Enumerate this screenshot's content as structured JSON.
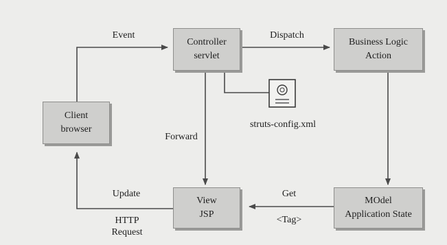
{
  "nodes": {
    "controller": {
      "line1": "Controller",
      "line2": "servlet"
    },
    "business": {
      "line1": "Business Logic",
      "line2": "Action"
    },
    "client": {
      "line1": "Client",
      "line2": "browser"
    },
    "view": {
      "line1": "View",
      "line2": "JSP"
    },
    "model": {
      "line1": "MOdel",
      "line2": "Application State"
    },
    "config": {
      "label": "struts-config.xml",
      "icon": "document-icon"
    }
  },
  "edges": {
    "event": "Event",
    "dispatch": "Dispatch",
    "forward": "Forward",
    "get": "Get",
    "tag": "<Tag>",
    "update": "Update",
    "http_line1": "HTTP",
    "http_line2": "Request"
  },
  "colors": {
    "background": "#ededeb",
    "box_fill": "#cfcfcd",
    "line": "#4a4a4a"
  }
}
